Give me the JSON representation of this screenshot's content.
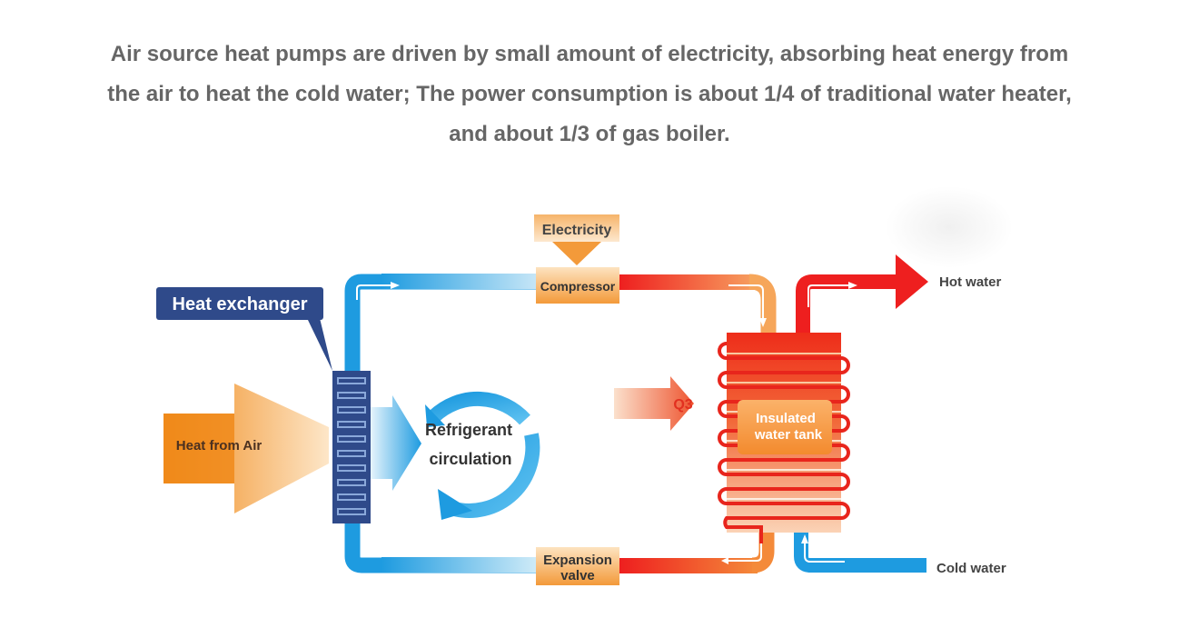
{
  "intro": {
    "line1": "Air source heat pumps are driven by small amount of electricity, absorbing heat energy from",
    "line2": "the air to heat the cold water; The power consumption is about 1/4 of traditional water heater,",
    "line3": "and about 1/3 of gas boiler."
  },
  "diagram": {
    "heat_exchanger": "Heat exchanger",
    "heat_from_air": "Heat from Air",
    "refrigerant_line1": "Refrigerant",
    "refrigerant_line2": "circulation",
    "electricity": "Electricity",
    "compressor": "Compressor",
    "expansion_line1": "Expansion",
    "expansion_line2": "valve",
    "q3": "Q3",
    "tank_line1": "Insulated",
    "tank_line2": "water tank",
    "hot_water": "Hot water",
    "cold_water": "Cold water"
  },
  "colors": {
    "text_gray": "#666666",
    "pipe_blue": "#1e9be0",
    "pipe_red": "#ee2222",
    "orange": "#f2952e",
    "navy": "#2f4a8a"
  }
}
